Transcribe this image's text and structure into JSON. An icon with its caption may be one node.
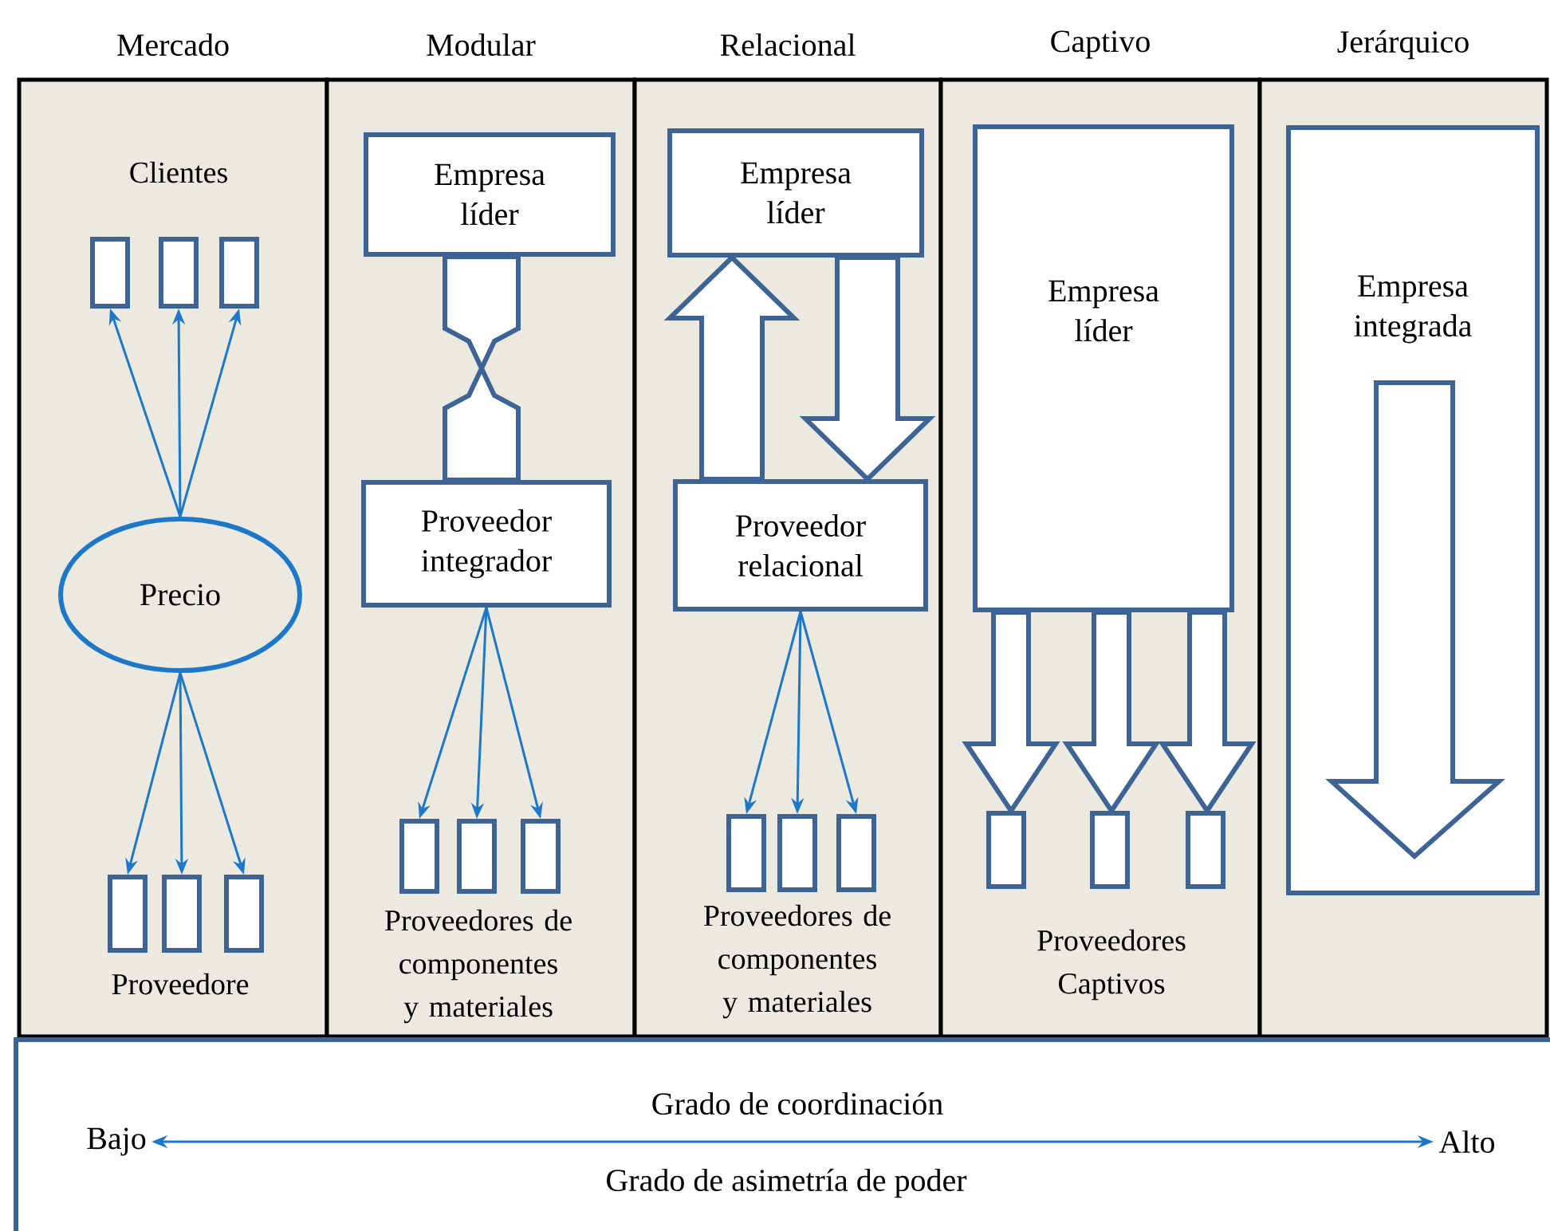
{
  "diagram": {
    "nodes": [
      {
        "text": [
          "Mercado"
        ]
      },
      {
        "text": [],
        "shape": "box",
        "in": 0
      },
      {
        "text": [],
        "shape": "box",
        "in": 0
      },
      {
        "text": [],
        "shape": "box",
        "in": 0
      },
      {
        "text": [
          "Precio"
        ],
        "in": 0
      },
      {
        "text": [],
        "shape": "box",
        "in": 0
      },
      {
        "text": [],
        "shape": "box",
        "in": 0
      },
      {
        "text": [],
        "shape": "box",
        "in": 0
      },
      {
        "text": [
          "Modular"
        ]
      },
      {
        "text": [
          "Empresa líder"
        ],
        "in": 8
      },
      {
        "text": [
          "Proveedor integrador"
        ],
        "in": 8
      },
      {
        "text": [],
        "shape": "box",
        "in": 8
      },
      {
        "text": [],
        "shape": "box",
        "in": 8
      },
      {
        "text": [],
        "shape": "box",
        "in": 8
      },
      {
        "text": [
          "Relacional"
        ]
      },
      {
        "text": [
          "Empresa líder"
        ],
        "in": 14
      },
      {
        "text": [
          "Proveedor relacional"
        ],
        "in": 14
      },
      {
        "text": [],
        "shape": "box",
        "in": 14
      },
      {
        "text": [],
        "shape": "box",
        "in": 14
      },
      {
        "text": [],
        "shape": "box",
        "in": 14
      },
      {
        "text": [
          "Captivo"
        ]
      },
      {
        "text": [
          "Empresa líder"
        ],
        "in": 20
      },
      {
        "text": [],
        "shape": "box",
        "in": 20
      },
      {
        "text": [],
        "shape": "box",
        "in": 20
      },
      {
        "text": [],
        "shape": "box",
        "in": 20
      },
      {
        "text": [
          "Jerárquico"
        ]
      },
      {
        "text": [
          "Empresa integrada"
        ],
        "in": 25
      },
      {
        "text": [
          "Grado de coordinación",
          "Grado de asimetría de poder"
        ]
      },
      {
        "text": [
          "Bajo"
        ],
        "in": 27
      },
      {
        "text": [
          "Alto"
        ],
        "in": 27
      }
    ],
    "edges": [
      {
        "from": 4,
        "to": 1,
        "arrow": "to"
      },
      {
        "from": 4,
        "to": 2,
        "arrow": "to"
      },
      {
        "from": 4,
        "to": 3,
        "arrow": "to"
      },
      {
        "from": 4,
        "to": 5,
        "arrow": "to"
      },
      {
        "from": 4,
        "to": 6,
        "arrow": "to"
      },
      {
        "from": 4,
        "to": 7,
        "arrow": "to"
      },
      {
        "from": 9,
        "to": 10,
        "arrow": "none",
        "style": "thick",
        "color": "#3e6496"
      },
      {
        "from": 10,
        "to": 11,
        "arrow": "to"
      },
      {
        "from": 10,
        "to": 12,
        "arrow": "to"
      },
      {
        "from": 10,
        "to": 13,
        "arrow": "to"
      },
      {
        "from": 16,
        "to": 15,
        "arrow": "to",
        "style": "thick",
        "color": "#3e6496"
      },
      {
        "from": 15,
        "to": 16,
        "arrow": "to",
        "style": "thick",
        "color": "#3e6496"
      },
      {
        "from": 16,
        "to": 17,
        "arrow": "to"
      },
      {
        "from": 16,
        "to": 18,
        "arrow": "to"
      },
      {
        "from": 16,
        "to": 19,
        "arrow": "to"
      },
      {
        "from": 21,
        "to": 22,
        "arrow": "to",
        "style": "thick",
        "color": "#3e6496"
      },
      {
        "from": 21,
        "to": 23,
        "arrow": "to",
        "style": "thick",
        "color": "#3e6496"
      },
      {
        "from": 21,
        "to": 24,
        "arrow": "to",
        "style": "thick",
        "color": "#3e6496"
      },
      {
        "from": 28,
        "to": 29,
        "arrow": "both"
      }
    ],
    "labels": [
      "Clientes",
      "Proveedore",
      "Proveedores de componentes y materiales",
      "Proveedores de componentes y materiales",
      "Proveedores Captivos"
    ]
  }
}
